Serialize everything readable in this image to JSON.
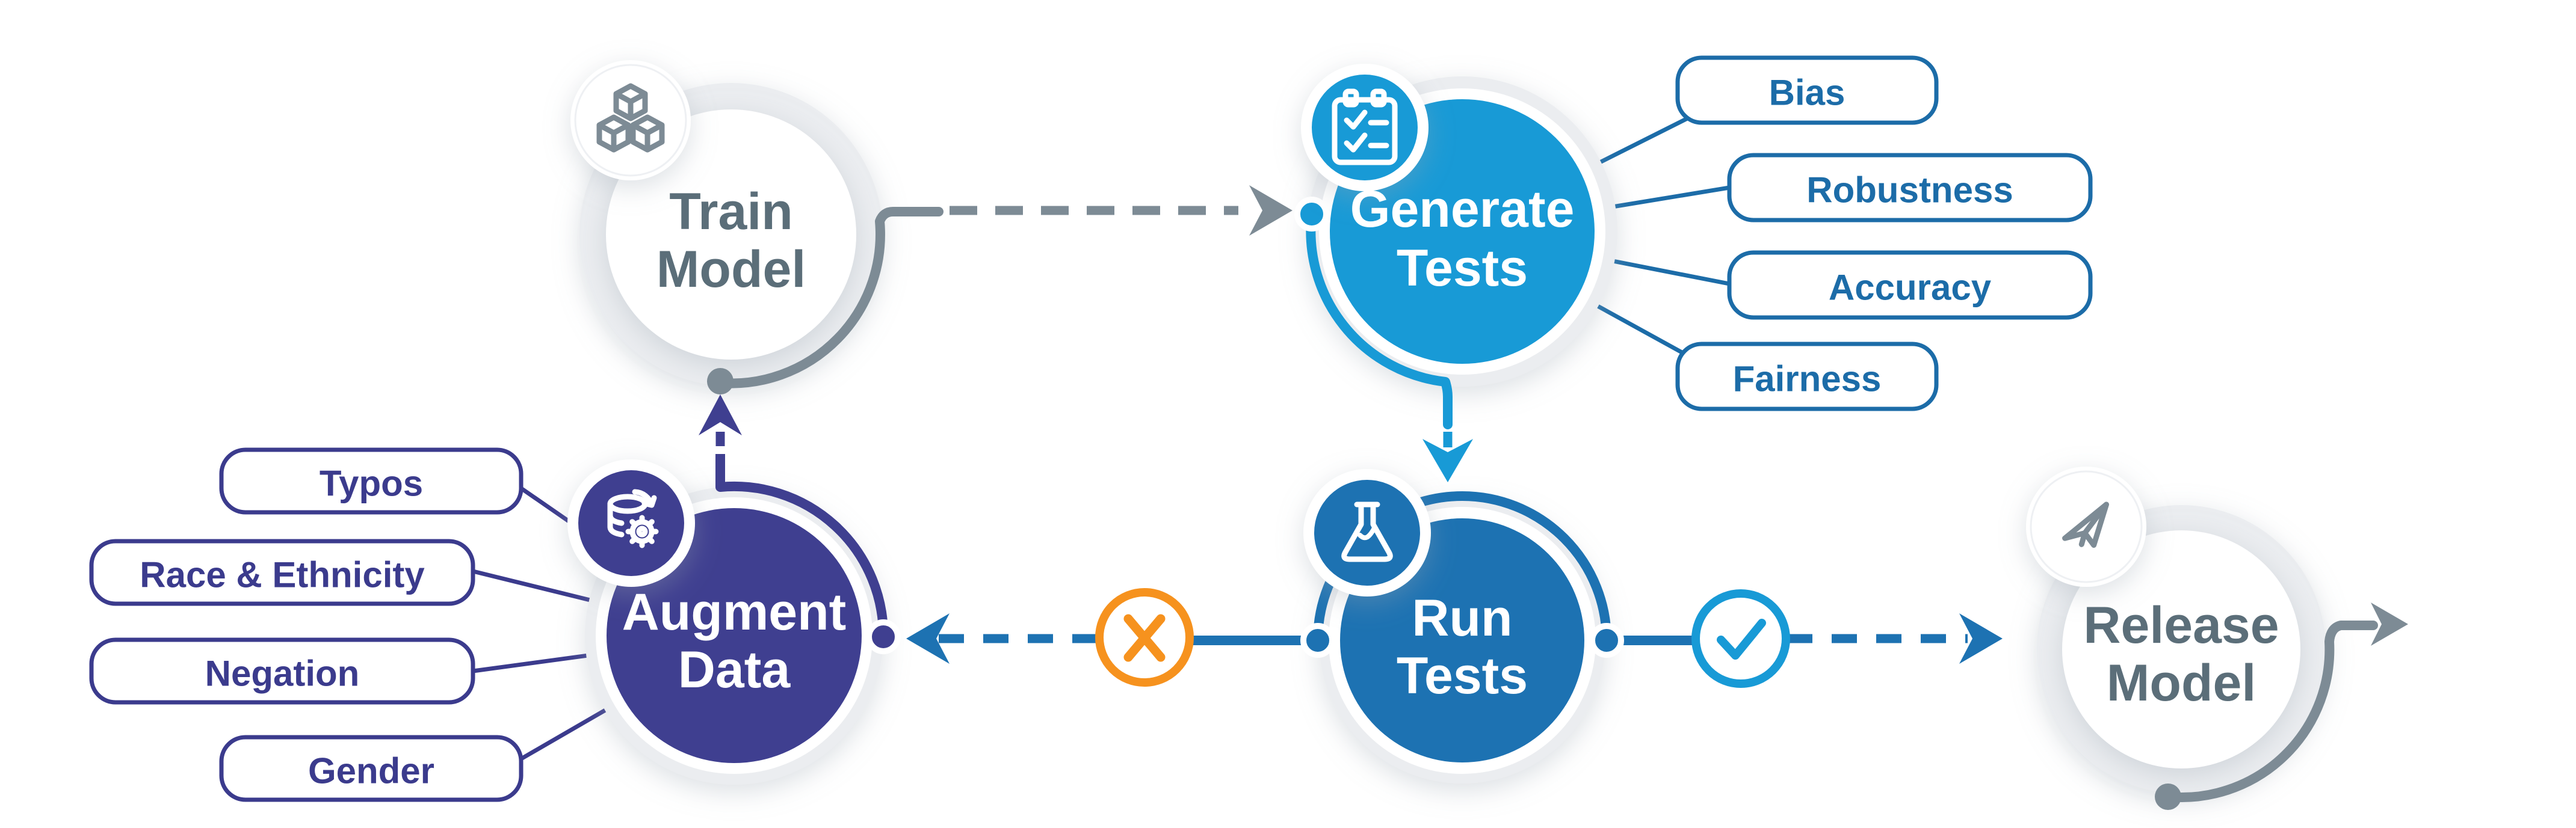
{
  "colors": {
    "generate_blue": "#189ad6",
    "run_blue": "#1d72b2",
    "augment_indigo": "#3f3f90",
    "tag_blue": "#1c6ca8",
    "tag_indigo": "#3b3b8d",
    "slate_text": "#5b6e79",
    "arc_gray": "#7d8b95",
    "soft_ring": "#ebedf0",
    "fail_orange": "#f6921e",
    "pass_blue": "#189ad6"
  },
  "nodes": {
    "train_model": {
      "line1": "Train",
      "line2": "Model",
      "icon": "cubes-icon"
    },
    "generate_tests": {
      "line1": "Generate",
      "line2": "Tests",
      "icon": "checklist-icon"
    },
    "augment_data": {
      "line1": "Augment",
      "line2": "Data",
      "icon": "database-gear-icon"
    },
    "run_tests": {
      "line1": "Run",
      "line2": "Tests",
      "icon": "flask-icon"
    },
    "release_model": {
      "line1": "Release",
      "line2": "Model",
      "icon": "paper-plane-icon"
    }
  },
  "test_categories": [
    "Bias",
    "Robustness",
    "Accuracy",
    "Fairness"
  ],
  "augmentation_categories": [
    "Typos",
    "Race & Ethnicity",
    "Negation",
    "Gender"
  ],
  "status": {
    "fail_icon": "x-circle-icon",
    "pass_icon": "check-circle-icon"
  }
}
